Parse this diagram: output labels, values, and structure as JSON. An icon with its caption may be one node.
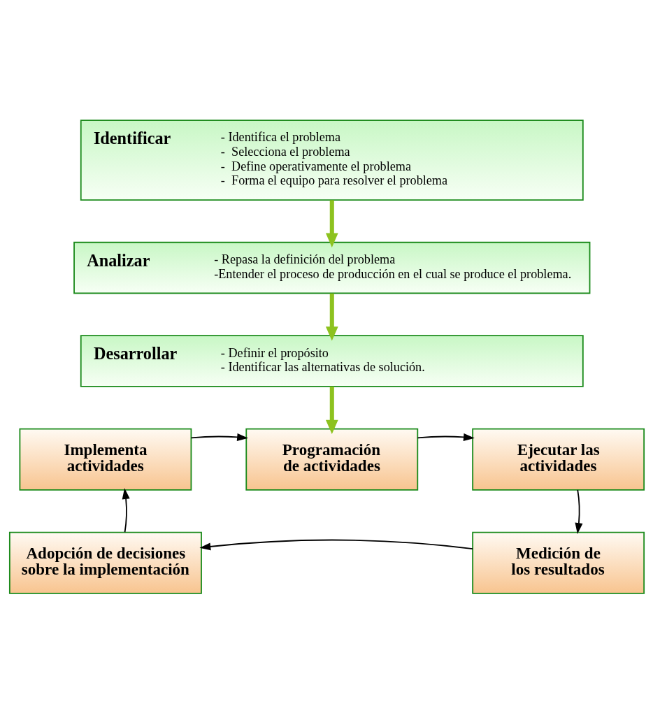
{
  "diagram": {
    "nodes": [
      {
        "text": [
          "Identificar",
          "- Identifica el problema",
          "-  Selecciona el problema",
          "-  Define operativamente el problema",
          "-  Forma el equipo para resolver el problema"
        ]
      },
      {
        "text": [
          "Analizar",
          "- Repasa la definición del problema",
          "-Entender el proceso de producción en el cual se produce el problema."
        ]
      },
      {
        "text": [
          "Desarrollar",
          "- Definir el propósito",
          "- Identificar las alternativas de solución."
        ]
      },
      {
        "text": [
          "Implementa actividades"
        ]
      },
      {
        "text": [
          "Programación de actividades"
        ]
      },
      {
        "text": [
          "Ejecutar las actividades"
        ]
      },
      {
        "text": [
          "Adopción de decisiones sobre la implementación"
        ]
      },
      {
        "text": [
          "Medición de los resultados"
        ]
      }
    ],
    "edges": [
      {
        "from": 0,
        "to": 1,
        "arrow": "to",
        "style": "thick",
        "color": "#8dc21f"
      },
      {
        "from": 1,
        "to": 2,
        "arrow": "to",
        "style": "thick",
        "color": "#8dc21f"
      },
      {
        "from": 2,
        "to": 4,
        "arrow": "to",
        "style": "thick",
        "color": "#8dc21f"
      },
      {
        "from": 3,
        "to": 4,
        "arrow": "to"
      },
      {
        "from": 4,
        "to": 5,
        "arrow": "to"
      },
      {
        "from": 5,
        "to": 7,
        "arrow": "to"
      },
      {
        "from": 7,
        "to": 6,
        "arrow": "to"
      },
      {
        "from": 6,
        "to": 3,
        "arrow": "to"
      }
    ]
  }
}
